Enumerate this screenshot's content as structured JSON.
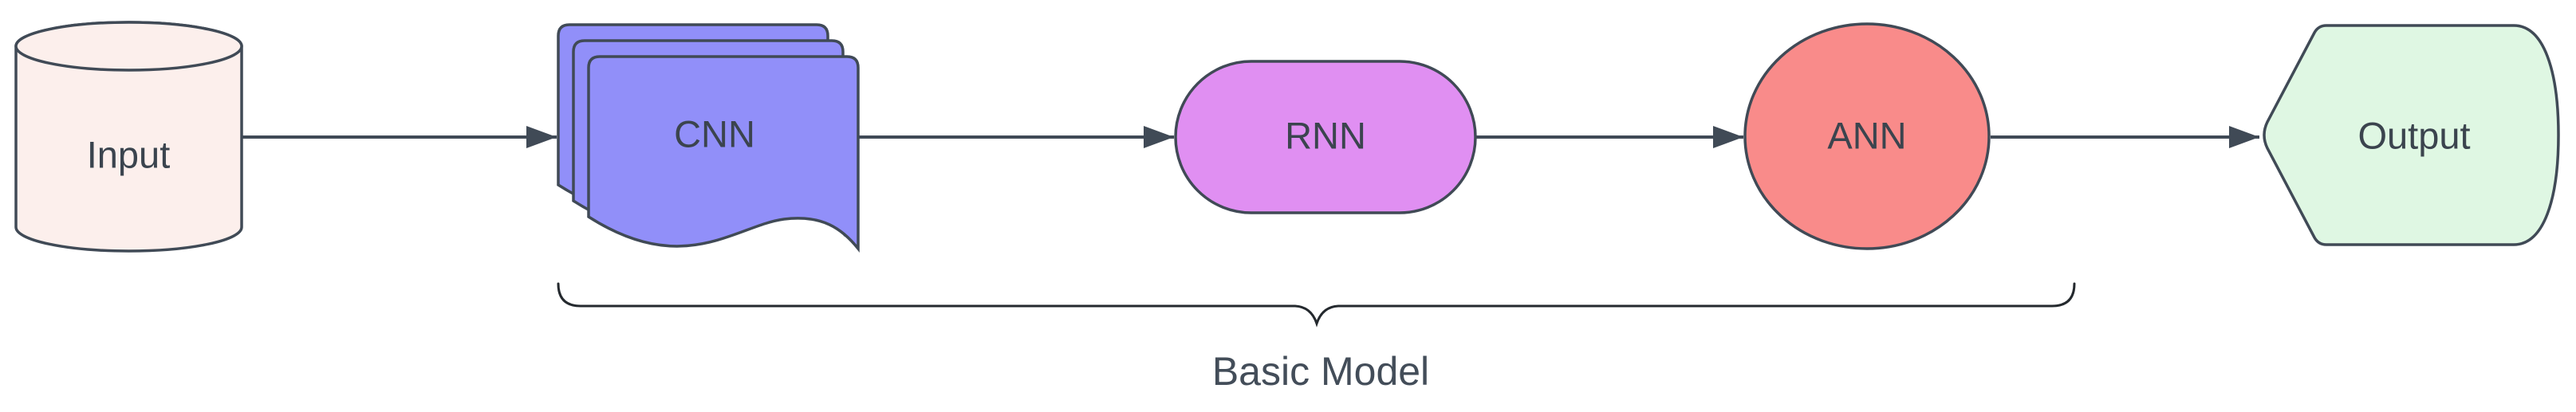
{
  "diagram": {
    "type": "flowchart",
    "background": "#ffffff",
    "stroke_color": "#404a56",
    "text_color": "#3b444e",
    "brace_color": "#24292e",
    "nodes": {
      "input": {
        "label": "Input",
        "shape": "cylinder",
        "fill": "#fcefec"
      },
      "cnn": {
        "label": "CNN",
        "shape": "multiple-documents",
        "fill": "#918ff9"
      },
      "rnn": {
        "label": "RNN",
        "shape": "rounded-pill",
        "fill": "#e08ff2"
      },
      "ann": {
        "label": "ANN",
        "shape": "circle",
        "fill": "#f98b8a"
      },
      "output": {
        "label": "Output",
        "shape": "display-pentagon",
        "fill": "#dff7e3"
      }
    },
    "edges": [
      {
        "from": "Input",
        "to": "CNN"
      },
      {
        "from": "CNN",
        "to": "RNN"
      },
      {
        "from": "RNN",
        "to": "ANN"
      },
      {
        "from": "ANN",
        "to": "Output"
      }
    ],
    "annotation": {
      "label": "Basic Model",
      "type": "curly-brace-below",
      "spans": [
        "CNN",
        "RNN",
        "ANN"
      ]
    }
  }
}
